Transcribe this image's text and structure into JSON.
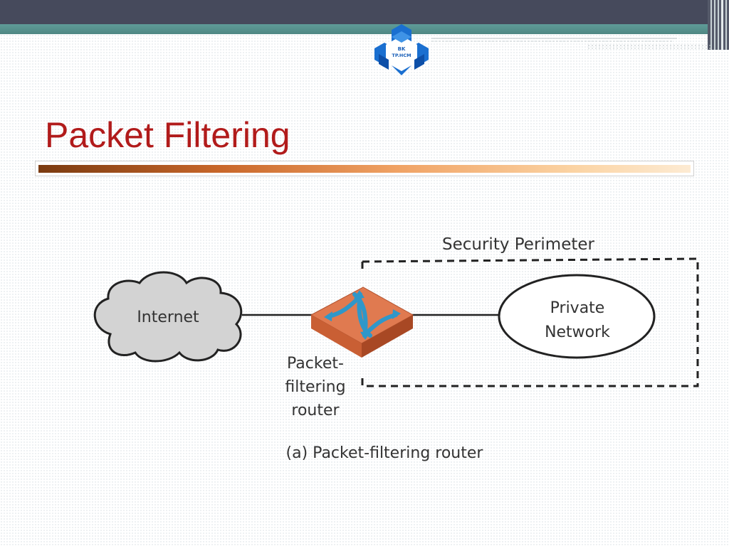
{
  "slide": {
    "title": "Packet Filtering",
    "logo_text": [
      "BK",
      "TP.HCM"
    ]
  },
  "diagram": {
    "perimeter_label": "Security Perimeter",
    "cloud_label": "Internet",
    "router_label": [
      "Packet-",
      "filtering",
      "router"
    ],
    "network_label": [
      "Private",
      "Network"
    ],
    "caption": "(a) Packet-filtering router"
  },
  "colors": {
    "title": "#b11b1b",
    "top_bar": "#464a5c",
    "teal_bar": "#5f9c98",
    "cloud_fill": "#d3d3d3",
    "router_top": "#e07a50",
    "router_arrows": "#2f97c9",
    "logo_blue": "#1565c0"
  }
}
